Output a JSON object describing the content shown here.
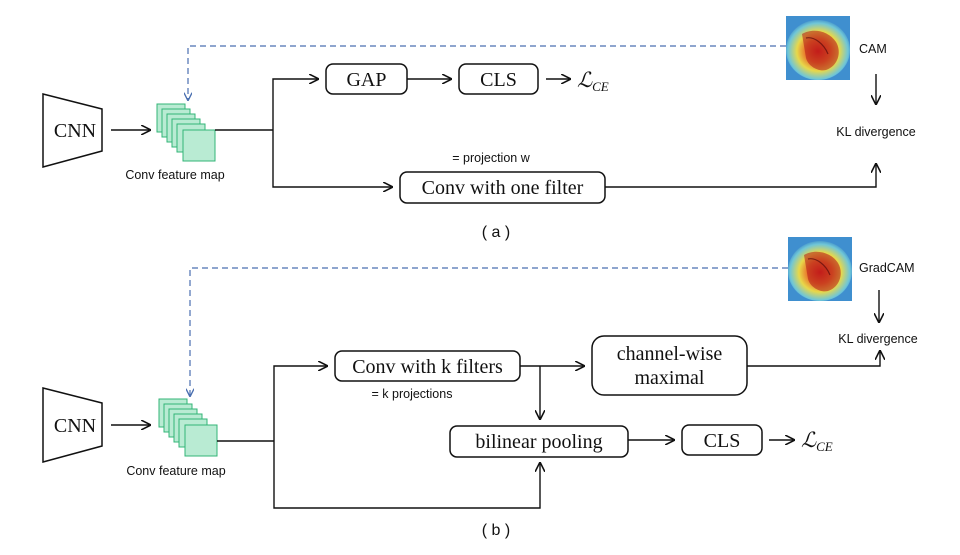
{
  "panel_a": {
    "cnn": "CNN",
    "feature_map_label": "Conv feature map",
    "gap": "GAP",
    "cls": "CLS",
    "loss_main": "ℒ",
    "loss_sub": "CE",
    "cam_label": "CAM",
    "kl_label": "KL divergence",
    "projection_note": "= projection w",
    "conv_box": "Conv with one filter",
    "caption": "( a )"
  },
  "panel_b": {
    "cnn": "CNN",
    "feature_map_label": "Conv feature map",
    "conv_k": "Conv with k filters",
    "k_projections": "= k projections",
    "channel_line1": "channel-wise",
    "channel_line2": "maximal",
    "bilinear": "bilinear pooling",
    "cls": "CLS",
    "loss_main": "ℒ",
    "loss_sub": "CE",
    "gradcam_label": "GradCAM",
    "kl_label": "KL divergence",
    "caption": "( b )"
  },
  "colors": {
    "feature_map_fill": "#b9ebd3",
    "feature_map_stroke": "#33b577",
    "dashed_arrow": "#4a6fb0"
  },
  "icons": {
    "heatmap": "bird-attention-heatmap-icon"
  }
}
